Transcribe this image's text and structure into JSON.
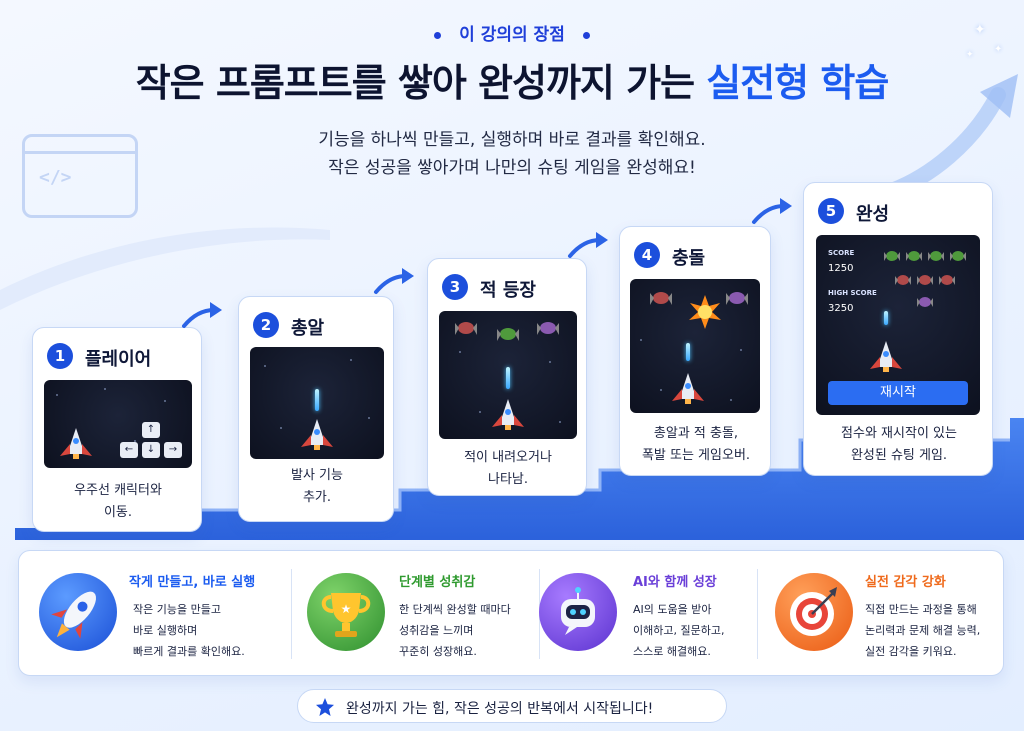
{
  "header": {
    "eyebrow": "이 강의의 장점",
    "title_main": "작은 프롬프트를 쌓아 완성까지 가는 ",
    "title_highlight": "실전형 학습",
    "subtitle_line1": "기능을 하나씩 만들고, 실행하며 바로 결과를 확인해요.",
    "subtitle_line2": "작은 성공을 쌓아가며 나만의 슈팅 게임을 완성해요!"
  },
  "steps": [
    {
      "num": "1",
      "title": "플레이어",
      "desc_line1": "우주선 캐릭터와",
      "desc_line2": "이동."
    },
    {
      "num": "2",
      "title": "총알",
      "desc_line1": "발사 기능",
      "desc_line2": "추가."
    },
    {
      "num": "3",
      "title": "적 등장",
      "desc_line1": "적이 내려오거나",
      "desc_line2": "나타남."
    },
    {
      "num": "4",
      "title": "충돌",
      "desc_line1": "총알과 적 충돌,",
      "desc_line2": "폭발 또는 게임오버."
    },
    {
      "num": "5",
      "title": "완성",
      "desc_line1": "점수와 재시작이 있는",
      "desc_line2": "완성된 슈팅 게임."
    }
  ],
  "keys": {
    "up": "↑",
    "left": "←",
    "down": "↓",
    "right": "→"
  },
  "scoreboard": {
    "score_label": "SCORE",
    "score_value": "1250",
    "high_label": "HIGH SCORE",
    "high_value": "3250",
    "restart_label": "재시작"
  },
  "benefits": [
    {
      "title": "작게 만들고, 바로 실행",
      "line1": "작은 기능을 만들고",
      "line2": "바로 실행하며",
      "line3": "빠르게 결과를 확인해요.",
      "icon": "rocket-icon",
      "color": "#1c5cf0"
    },
    {
      "title": "단계별 성취감",
      "line1": "한 단계씩 완성할 때마다",
      "line2": "성취감을 느끼며",
      "line3": "꾸준히 성장해요.",
      "icon": "trophy-icon",
      "color": "#2f9a2f"
    },
    {
      "title": "AI와 함께 성장",
      "line1": "AI의 도움을 받아",
      "line2": "이해하고, 질문하고,",
      "line3": "스스로 해결해요.",
      "icon": "robot-icon",
      "color": "#6a3fd8"
    },
    {
      "title": "실전 감각 강화",
      "line1": "직접 만드는 과정을 통해",
      "line2": "논리력과 문제 해결 능력,",
      "line3": "실전 감각을 키워요.",
      "icon": "target-icon",
      "color": "#ef6a1c"
    }
  ],
  "footer": {
    "text": "완성까지 가는 힘, 작은 성공의 반복에서 시작됩니다!"
  },
  "colors": {
    "accent": "#1c5cf0",
    "badge": "#1c4fdc",
    "panel_border": "#c7d8f5"
  }
}
